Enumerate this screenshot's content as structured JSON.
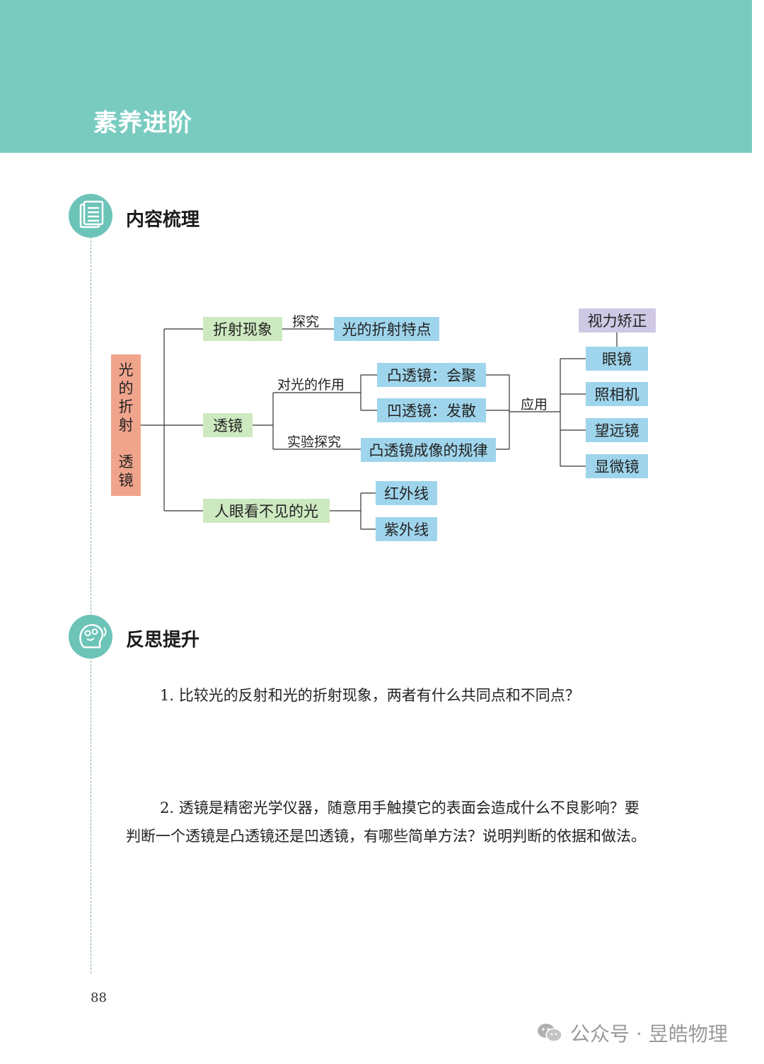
{
  "header": {
    "title": "素养进阶"
  },
  "sections": {
    "outline": {
      "title": "内容梳理",
      "icon": "document-list-icon"
    },
    "reflect": {
      "title": "反思提升",
      "icon": "thinking-head-icon"
    }
  },
  "map": {
    "root": [
      "光",
      "的",
      "折",
      "射",
      "透",
      "镜"
    ],
    "refraction": "折射现象",
    "explore_label": "探究",
    "refraction_features": "光的折射特点",
    "lens": "透镜",
    "effect_label": "对光的作用",
    "convex_converge": "凸透镜：会聚",
    "concave_diverge": "凹透镜：发散",
    "experiment_label": "实验探究",
    "convex_imaging": "凸透镜成像的规律",
    "apply_label": "应用",
    "vision_correction": "视力矫正",
    "apps": [
      "眼镜",
      "照相机",
      "望远镜",
      "显微镜"
    ],
    "invisible_light": "人眼看不见的光",
    "infrared": "红外线",
    "ultraviolet": "紫外线"
  },
  "questions": [
    "1. 比较光的反射和光的折射现象，两者有什么共同点和不同点？",
    "2. 透镜是精密光学仪器，随意用手触摸它的表面会造成什么不良影响？要判断一个透镜是凸透镜还是凹透镜，有哪些简单方法？说明判断的依据和做法。"
  ],
  "page_number": "88",
  "watermark": "公众号 · 昱皓物理",
  "colors": {
    "header": "#79cbc0",
    "green_node": "#cde9c0",
    "blue_node": "#9fd5ec",
    "purple_node": "#cfc8e4",
    "root_node": "#f1a48c"
  }
}
